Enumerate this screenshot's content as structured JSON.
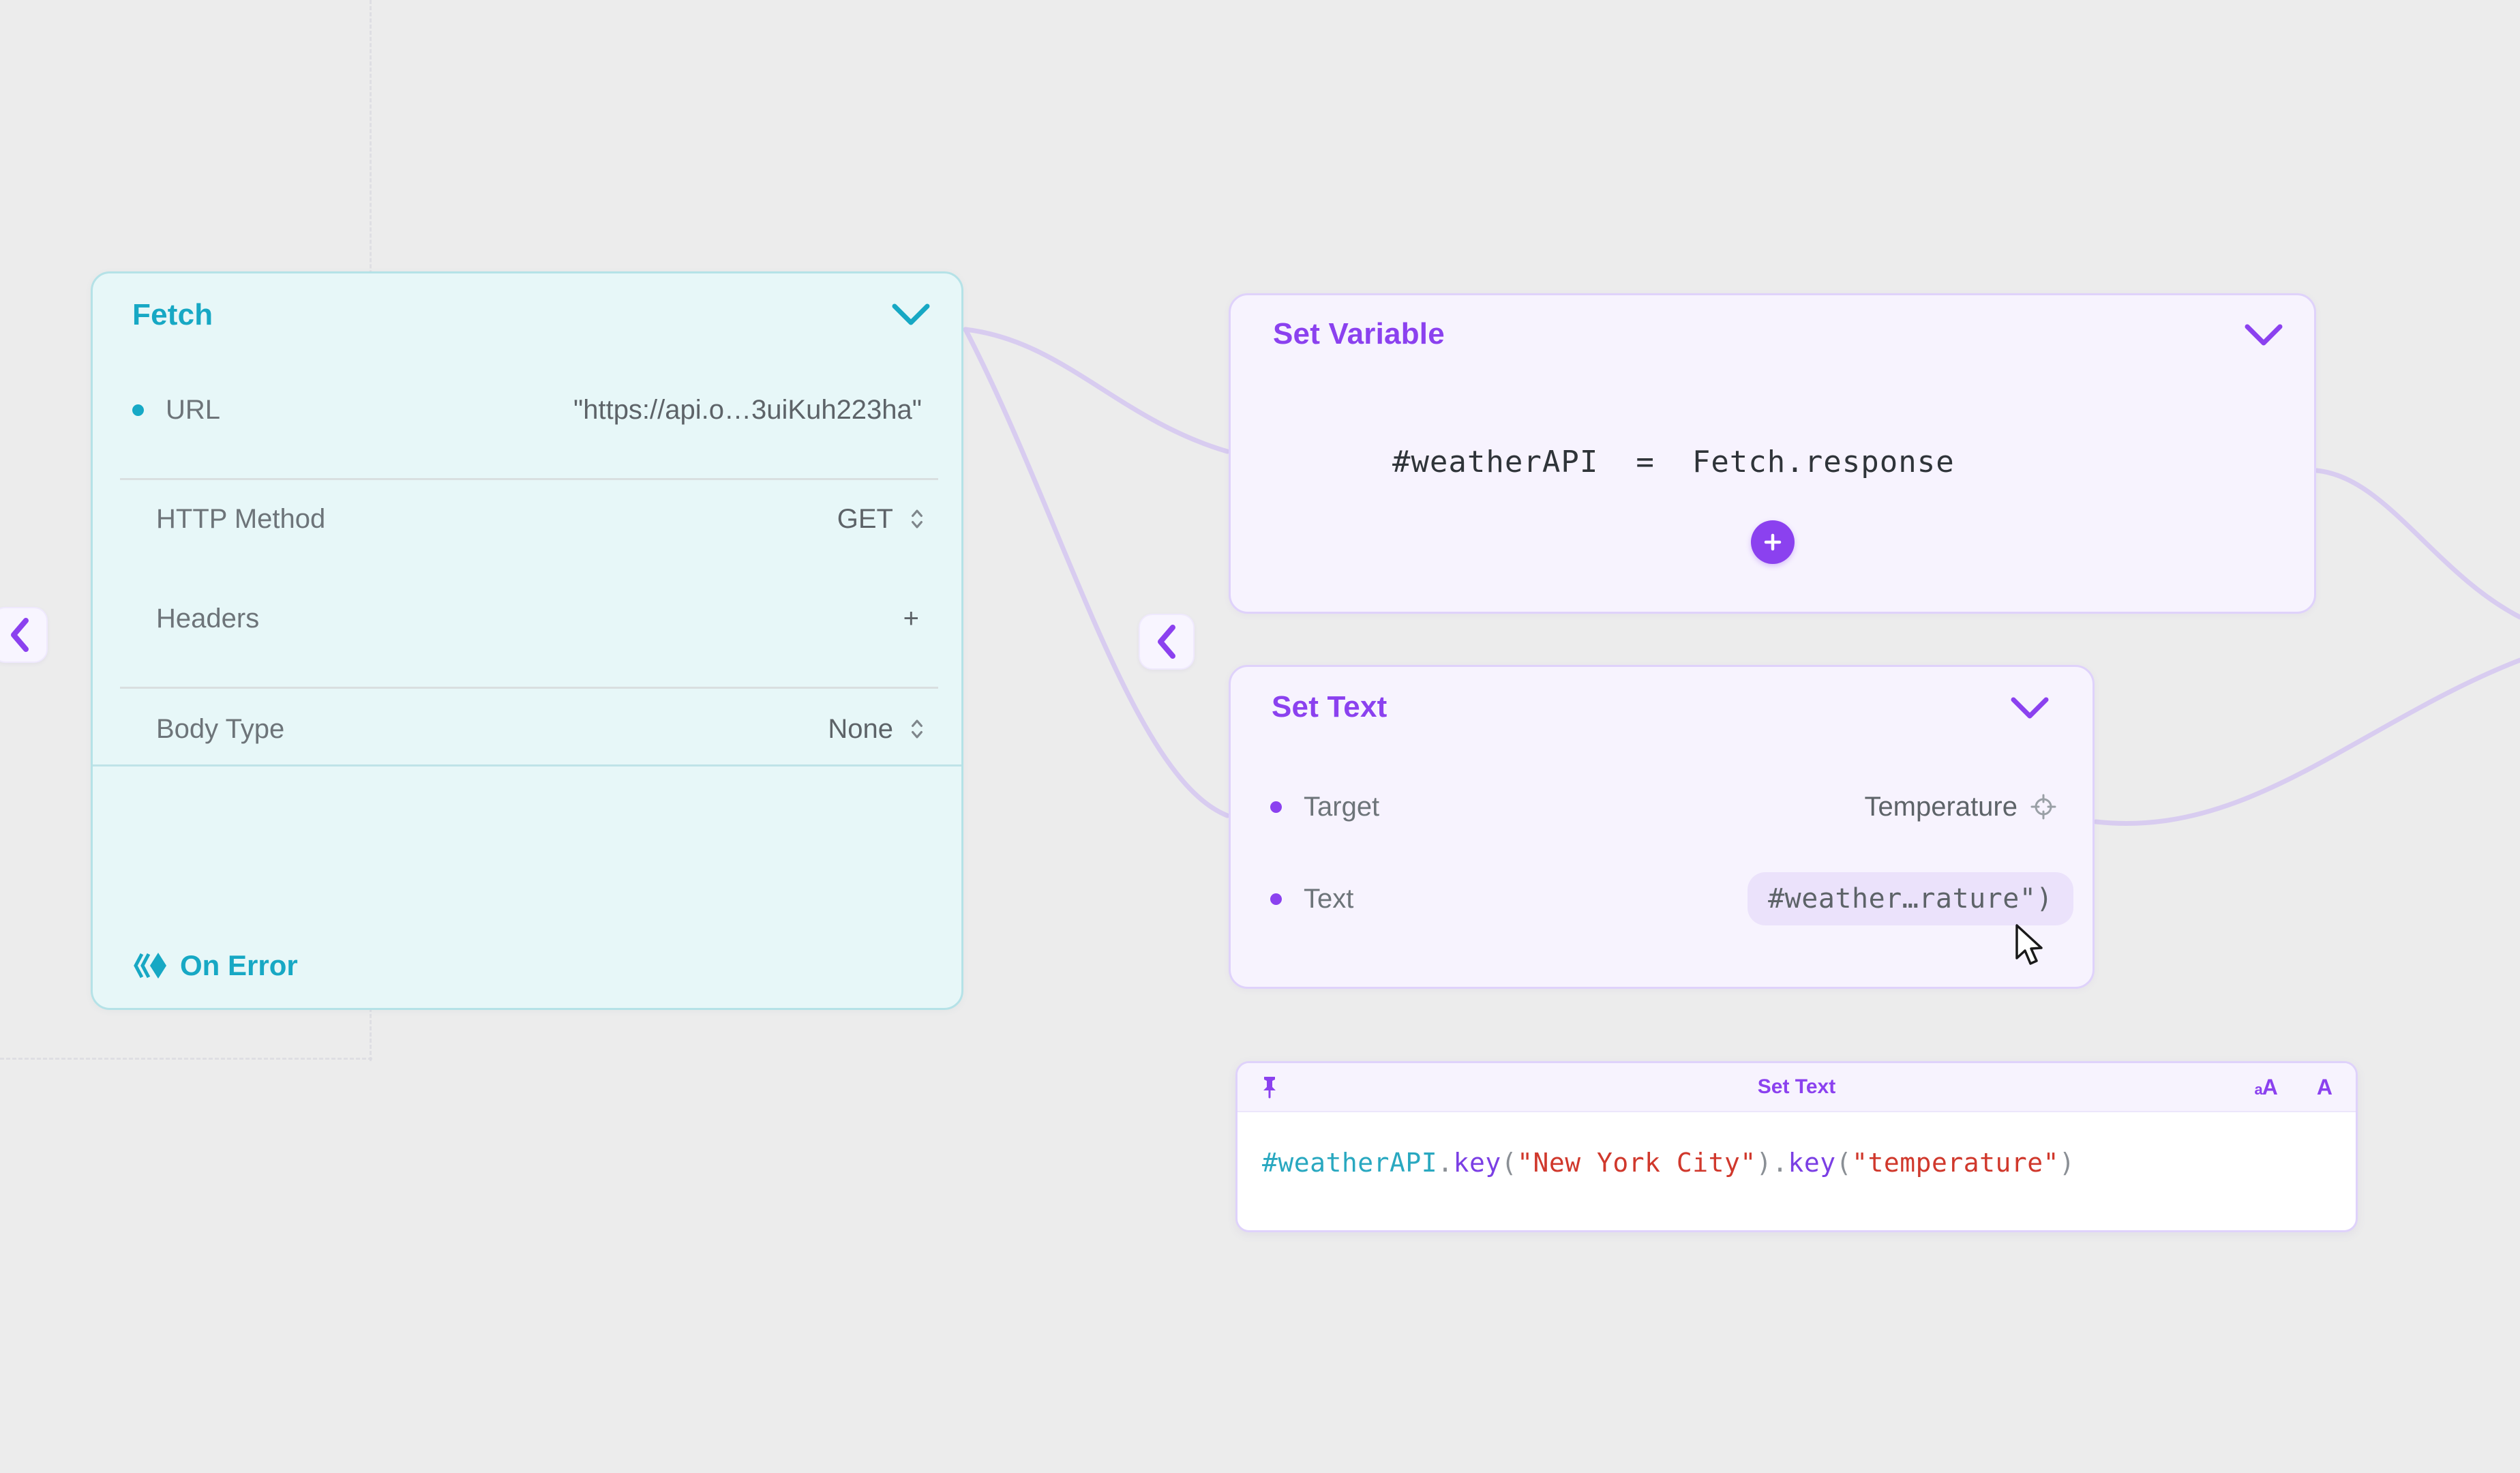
{
  "canvas": {
    "background": "#ececec",
    "accent_teal": "#17a8c4",
    "accent_purple": "#8b41ef",
    "edge_color": "#d9cdf2"
  },
  "nodes": [
    {
      "id": "fetch",
      "title": "Fetch",
      "color": "#17a8c4",
      "bg": "#e7f7f8",
      "border": "#b5e2e7",
      "collapse_icon": "chevron-down-icon",
      "rows": [
        {
          "bullet": true,
          "label": "URL",
          "value": "\"https://api.o…3uiKuh223ha\"",
          "control": "none"
        },
        {
          "bullet": false,
          "label": "HTTP Method",
          "value": "GET",
          "control": "stepper-icon"
        },
        {
          "bullet": false,
          "label": "Headers",
          "value": "",
          "control": "plus-icon"
        },
        {
          "bullet": false,
          "label": "Body Type",
          "value": "None",
          "control": "stepper-icon"
        }
      ],
      "footer": {
        "label": "On Error",
        "icon": "double-chevron-diamond-icon"
      }
    },
    {
      "id": "set-variable",
      "title": "Set Variable",
      "color": "#8b41ef",
      "bg": "#f7f3fe",
      "border": "#dfd2fb",
      "collapse_icon": "chevron-down-icon",
      "expression": {
        "variable": "#weatherAPI",
        "operator": "=",
        "value": "Fetch.response"
      },
      "add_button": {
        "icon": "plus-icon",
        "label": "+"
      }
    },
    {
      "id": "set-text",
      "title": "Set Text",
      "color": "#8b41ef",
      "bg": "#f7f3fe",
      "border": "#dfd2fb",
      "collapse_icon": "chevron-down-icon",
      "rows": [
        {
          "bullet": true,
          "label": "Target",
          "value": "Temperature",
          "control": "crosshair-icon",
          "pill": false
        },
        {
          "bullet": true,
          "label": "Text",
          "value": "#weather…rature\")",
          "control": "none",
          "pill": true
        }
      ]
    }
  ],
  "code_popover": {
    "pin_icon": "pushpin-icon",
    "title": "Set Text",
    "text_size_small": "aA",
    "text_size_large": "A",
    "code_tokens": [
      {
        "text": "#weatherAPI",
        "type": "var"
      },
      {
        "text": ".",
        "type": "pun"
      },
      {
        "text": "key",
        "type": "fn"
      },
      {
        "text": "(",
        "type": "pun"
      },
      {
        "text": "\"New York City\"",
        "type": "str"
      },
      {
        "text": ")",
        "type": "pun"
      },
      {
        "text": ".",
        "type": "pun"
      },
      {
        "text": "key",
        "type": "fn"
      },
      {
        "text": "(",
        "type": "pun"
      },
      {
        "text": "\"temperature\"",
        "type": "str"
      },
      {
        "text": ")",
        "type": "pun"
      }
    ],
    "code_plain": "#weatherAPI.key(\"New York City\").key(\"temperature\")"
  },
  "handles": [
    {
      "id": "left-handle",
      "icon": "chevron-left-icon"
    },
    {
      "id": "middle-handle",
      "icon": "chevron-left-icon"
    }
  ]
}
